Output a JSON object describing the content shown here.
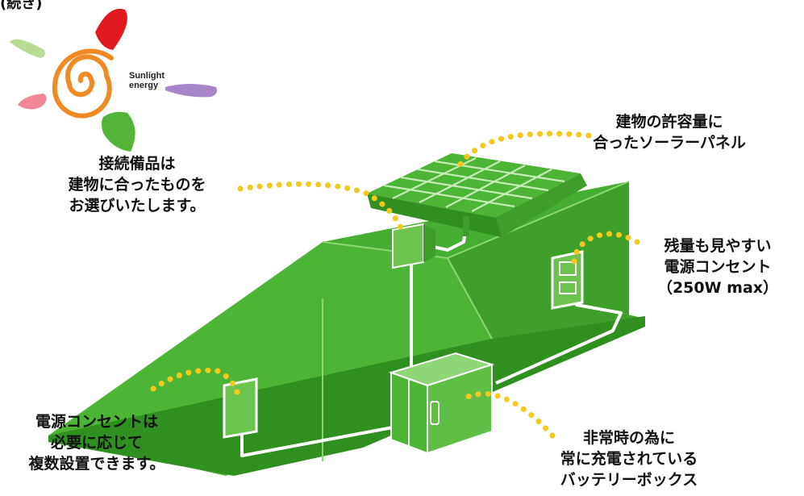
{
  "header_fragment": "(続き)",
  "logo": {
    "line1": "Sunlight",
    "line2": "energy"
  },
  "callouts": {
    "panel_fittings": [
      "接続備品は",
      "建物に合ったものを",
      "お選びいたします。"
    ],
    "solar_panel": [
      "建物の許容量に",
      "合ったソーラーパネル"
    ],
    "power_outlet_meter": [
      "残量も見やすい",
      "電源コンセント",
      "（250W max）"
    ],
    "outlets": [
      "電源コンセントは",
      "必要に応じて",
      "複数設置できます。"
    ],
    "battery_box": [
      "非常時の為に",
      "常に充電されている",
      "バッテリーボックス"
    ]
  },
  "colors": {
    "green": "#43b02a",
    "green_dark": "#2f8f1f",
    "green_light": "#6cc44f",
    "dot": "#f4c81c",
    "logo_red": "#e2191f",
    "logo_orange": "#f08a24",
    "logo_green": "#53b43a",
    "logo_pink": "#f2879a",
    "logo_purple": "#a884c8",
    "logo_lightgreen": "#b9dc93"
  }
}
